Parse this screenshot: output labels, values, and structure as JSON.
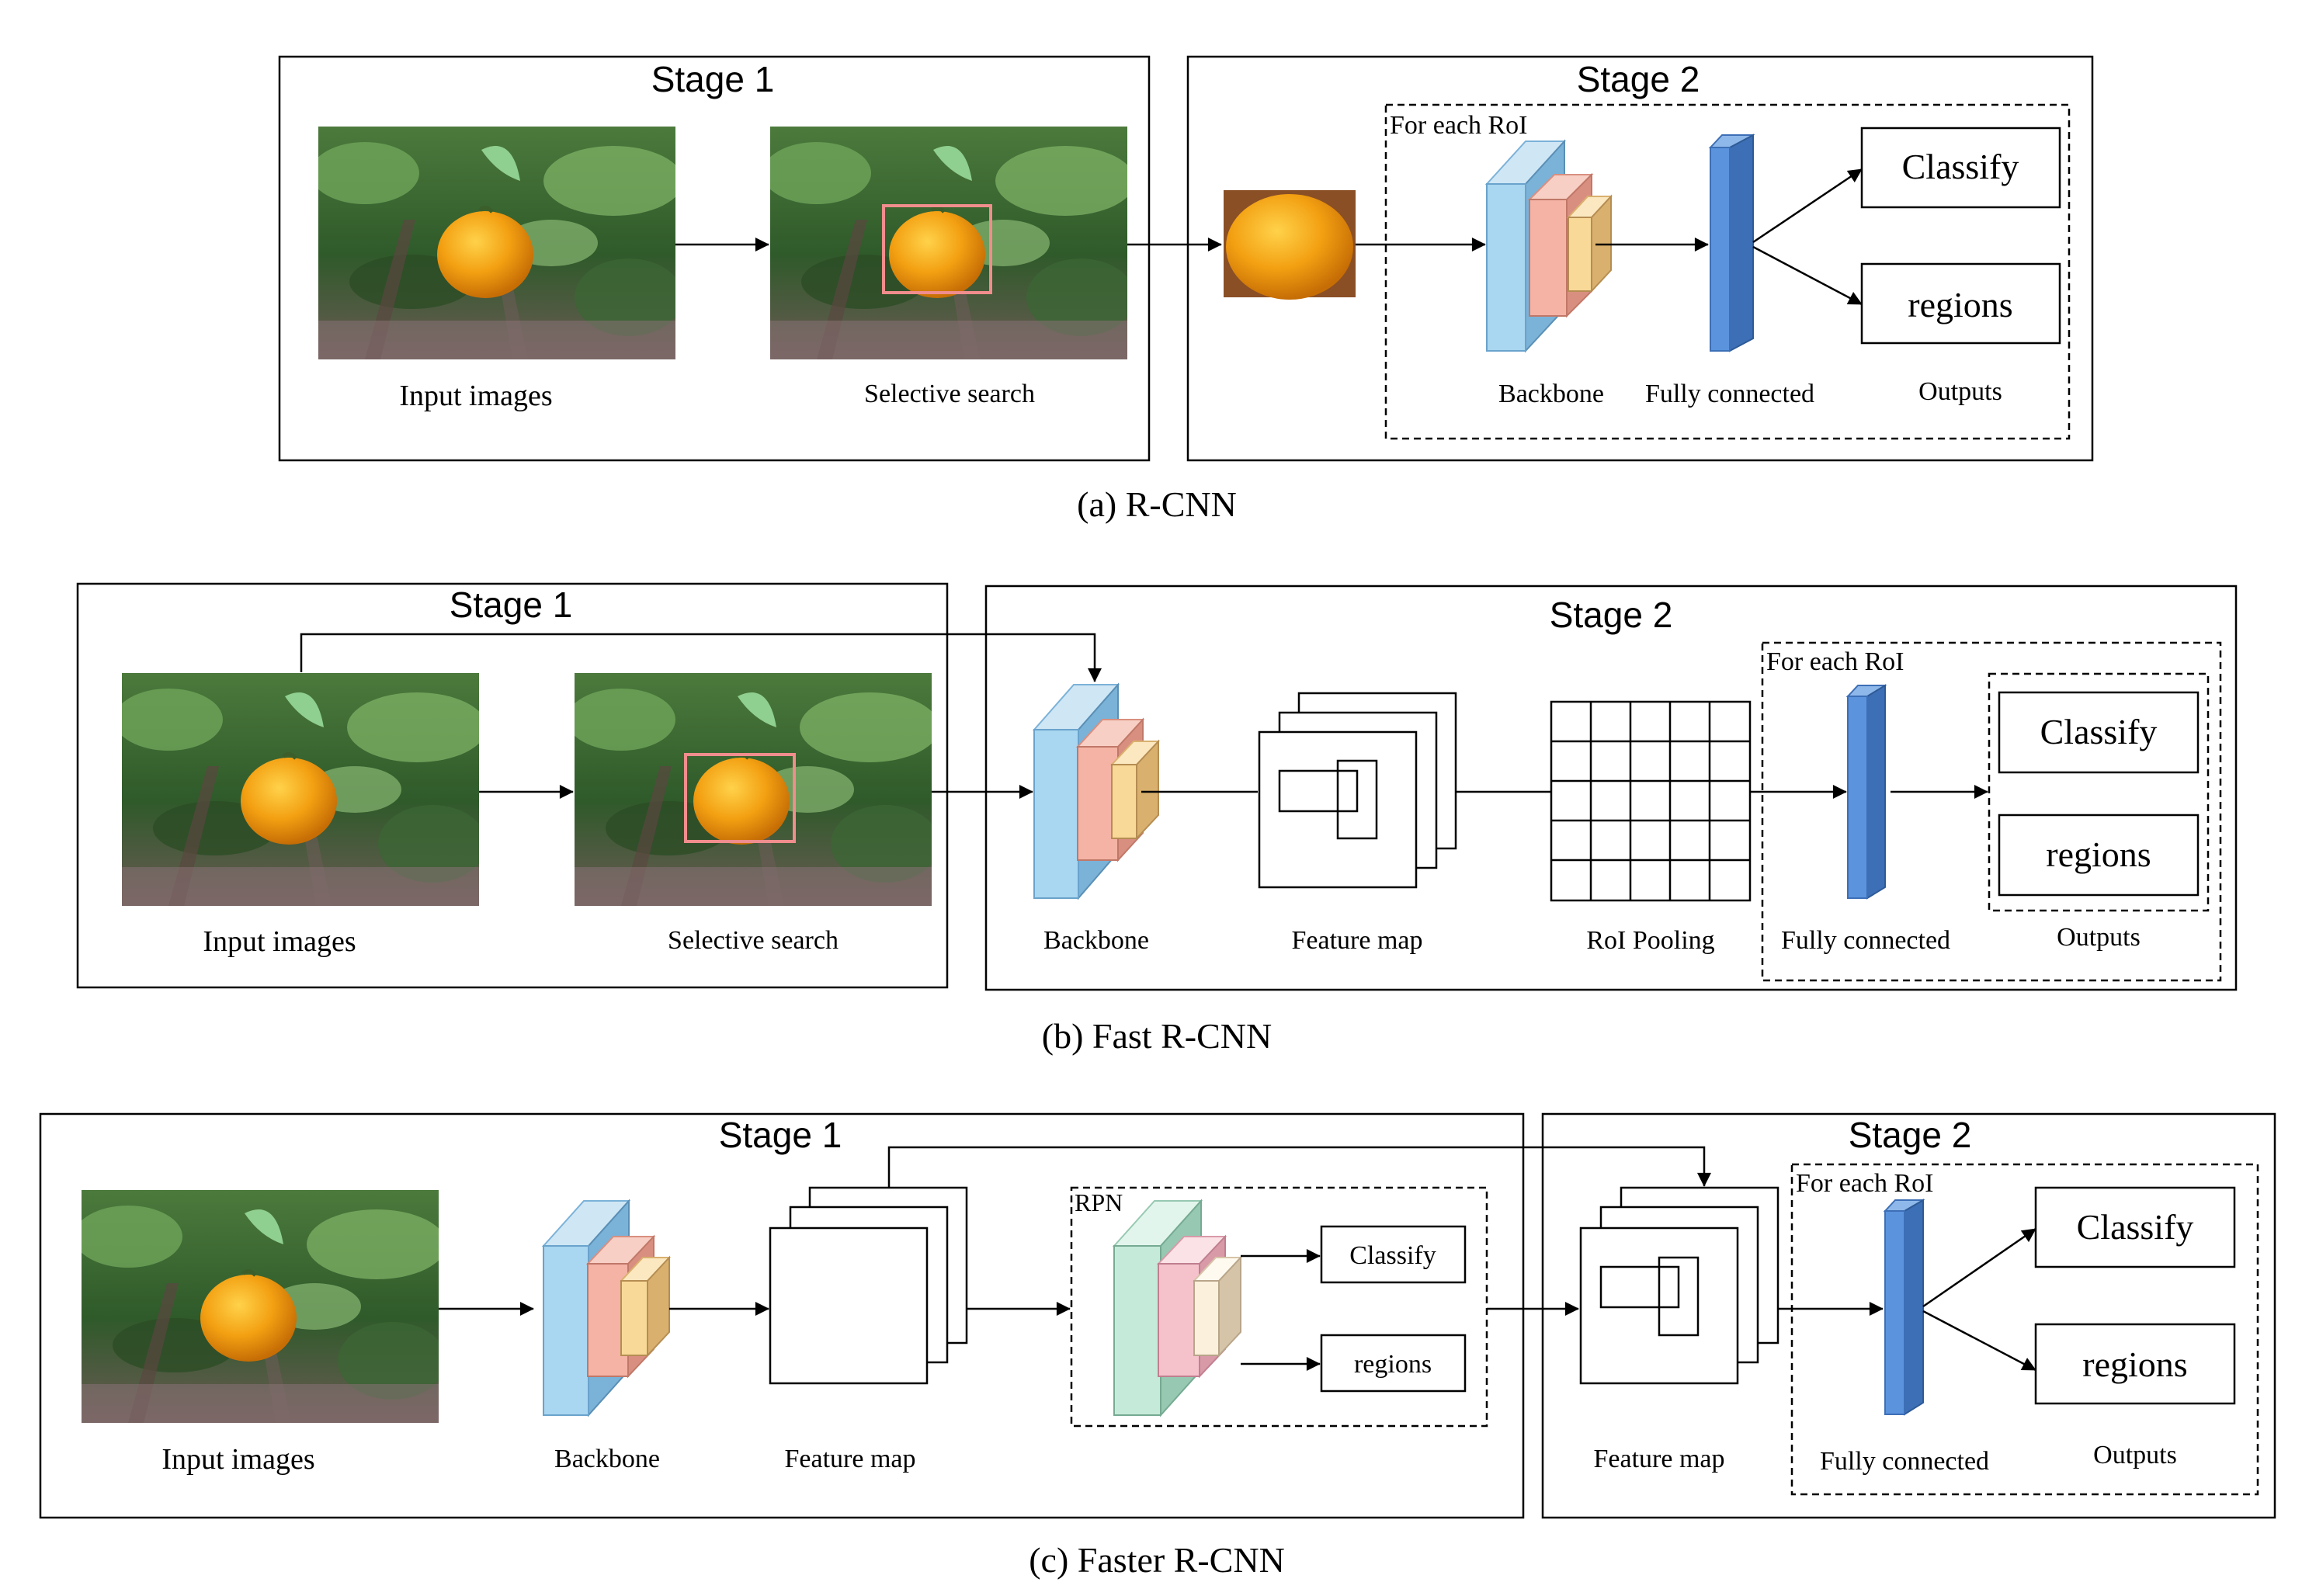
{
  "panels": {
    "a": {
      "caption": "(a) R-CNN",
      "stage1_title": "Stage 1",
      "stage2_title": "Stage 2",
      "input_label": "Input images",
      "search_label": "Selective search",
      "roi_box_label": "For each RoI",
      "backbone_label": "Backbone",
      "fc_label": "Fully connected",
      "outputs_label": "Outputs",
      "classify": "Classify",
      "regions": "regions"
    },
    "b": {
      "caption": "(b) Fast R-CNN",
      "stage1_title": "Stage 1",
      "stage2_title": "Stage 2",
      "input_label": "Input images",
      "search_label": "Selective search",
      "backbone_label": "Backbone",
      "feature_label": "Feature map",
      "pooling_label": "RoI Pooling",
      "roi_box_label": "For each RoI",
      "fc_label": "Fully connected",
      "outputs_label": "Outputs",
      "classify": "Classify",
      "regions": "regions"
    },
    "c": {
      "caption": "(c) Faster R-CNN",
      "stage1_title": "Stage 1",
      "stage2_title": "Stage 2",
      "input_label": "Input images",
      "backbone_label": "Backbone",
      "feature_label": "Feature map",
      "rpn_label": "RPN",
      "rpn_classify": "Classify",
      "rpn_regions": "regions",
      "feature2_label": "Feature map",
      "roi_box_label": "For each RoI",
      "fc_label": "Fully connected",
      "outputs_label": "Outputs",
      "classify": "Classify",
      "regions": "regions"
    }
  },
  "colors": {
    "backbone_front": "#a9d6f0",
    "backbone_side": "#7bb2d8",
    "layer2_front": "#f4b3a5",
    "layer2_side": "#d98f80",
    "layer3_front": "#f8d998",
    "layer3_side": "#d9b06e",
    "fc_front": "#5b93dd",
    "fc_side": "#3d6fb6",
    "rpn_front": "#c6ead9",
    "rpn_side": "#97c9b2",
    "rpn_layer2": "#f5c2cc",
    "rpn_layer3": "#fbf0dc",
    "roi_highlight": "#f08d8d",
    "orange_fruit": "#f0a010",
    "foliage": "#3f6b34"
  }
}
